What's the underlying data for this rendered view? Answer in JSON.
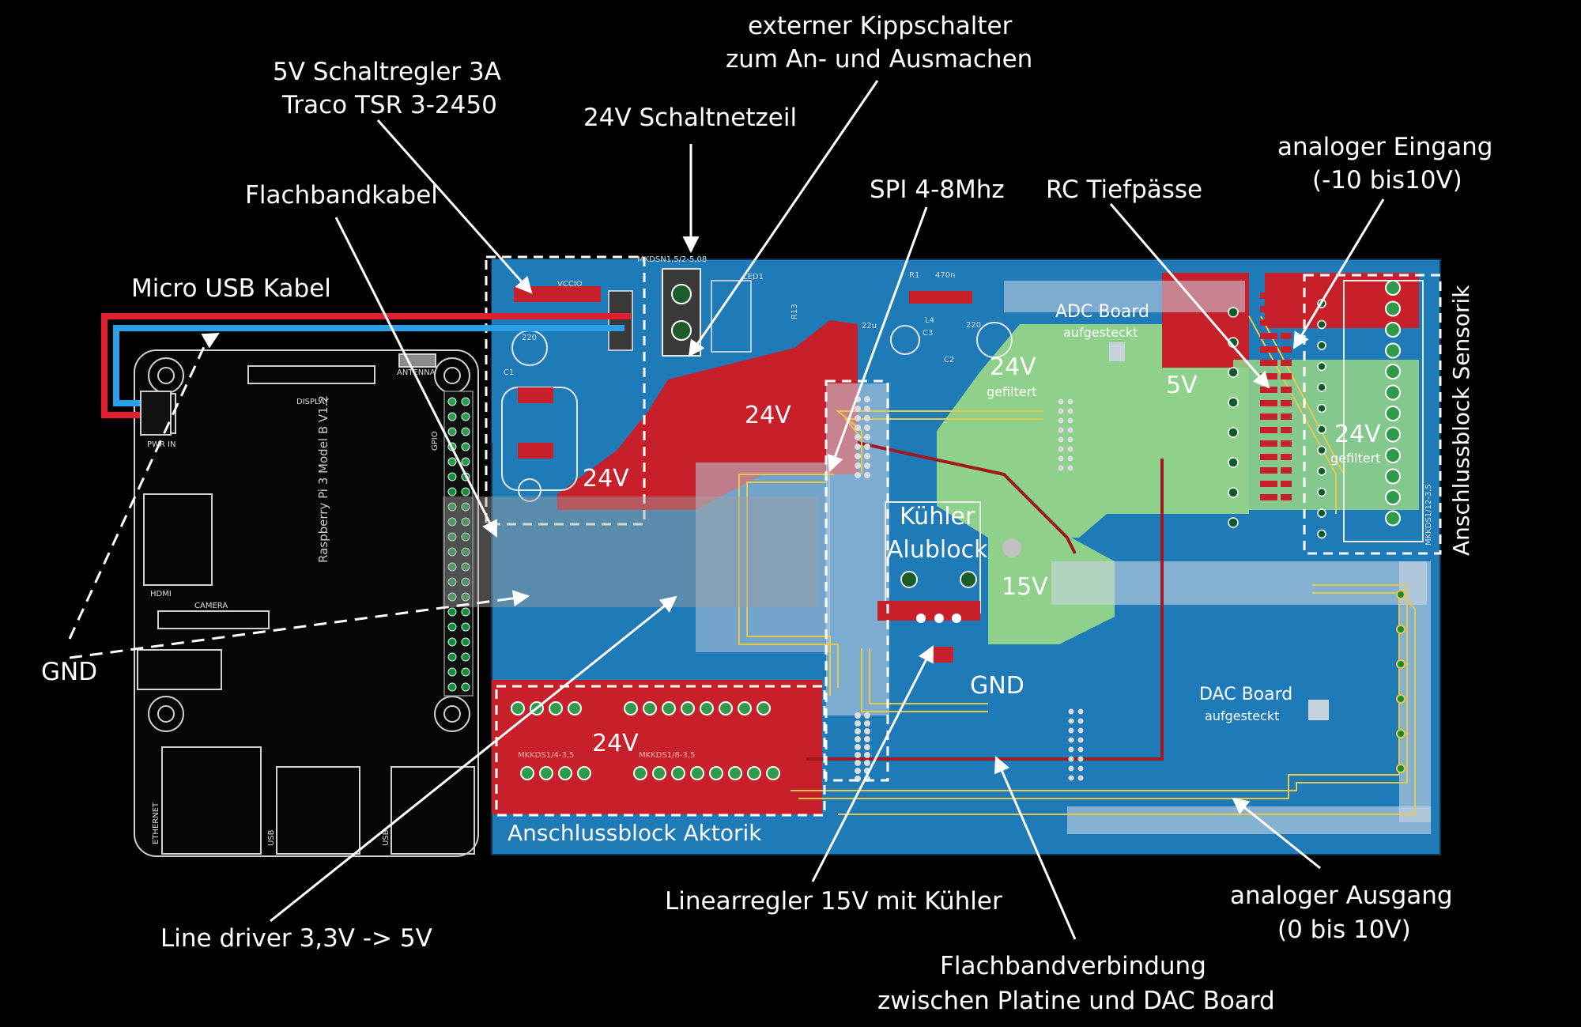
{
  "callouts": {
    "usb": "Micro USB Kabel",
    "regulator_line1": "5V Schaltregler 3A",
    "regulator_line2": "Traco TSR 3-2450",
    "ribbon": "Flachbandkabel",
    "psu": "24V Schaltnetzeil",
    "switch_line1": "externer Kippschalter",
    "switch_line2": "zum An- und Ausmachen",
    "spi": "SPI 4-8Mhz",
    "rc": "RC Tiefpässe",
    "analog_in_line1": "analoger Eingang",
    "analog_in_line2": "(-10 bis10V)",
    "gnd": "GND",
    "line_driver": "Line driver 3,3V -> 5V",
    "lin_reg": "Linearregler 15V mit Kühler",
    "ribbon_dac_line1": "Flachbandverbindung",
    "ribbon_dac_line2": "zwischen Platine und DAC Board",
    "analog_out_line1": "analoger Ausgang",
    "analog_out_line2": "(0 bis 10V)"
  },
  "board": {
    "net_24v_a": "24V",
    "net_24v_b": "24V",
    "net_24v_c": "24V",
    "net_24v_filtered_a": "24V",
    "filtered_a": "gefiltert",
    "net_5v": "5V",
    "net_24v_filtered_b": "24V",
    "filtered_b": "gefiltert",
    "net_15v": "15V",
    "net_gnd": "GND",
    "cooler_line1": "Kühler",
    "cooler_line2": "Alublock",
    "adc_line1": "ADC Board",
    "adc_line2": "aufgesteckt",
    "dac_line1": "DAC Board",
    "dac_line2": "aufgesteckt",
    "block_actuator": "Anschlussblock Aktorik",
    "block_sensor": "Anschlussblock Sensorik"
  },
  "silkscreen": {
    "rpi_model": "Raspberry Pi 3 Model B V1.2",
    "display": "DISPLAY",
    "antenna": "ANTENNA",
    "gpio": "GPIO",
    "hdmi": "HDMI",
    "camera": "CAMERA",
    "pwr_in": "PWR IN",
    "ethernet": "ETHERNET",
    "usb_a": "USB",
    "usb_b": "USB",
    "vcc": "VCCIO",
    "conn_psu": "MKDSN1,5/2-5,08",
    "led": "LED1",
    "c1": "C1",
    "c2": "C2",
    "c3": "C3",
    "l4": "L4",
    "r1": "R1",
    "r13": "R13",
    "cap_470n": "470n",
    "cap_22u": "22u",
    "cap_220a": "220",
    "cap_220b": "220",
    "conn_act_a": "MKKDS1/4-3,5",
    "conn_act_b": "MKKDS1/8-3,5",
    "conn_sensor": "MKKDS1/12-3,5"
  },
  "colors": {
    "board": "#1f7ab8",
    "board_light": "#3a9ad6",
    "copper_24v": "#c8202a",
    "net_filtered": "#8fd08a",
    "trace_yellow": "#e8c84a",
    "plane_grey": "#b8c8d8",
    "usb_red": "#e02030",
    "usb_blue": "#2aa0e8"
  }
}
